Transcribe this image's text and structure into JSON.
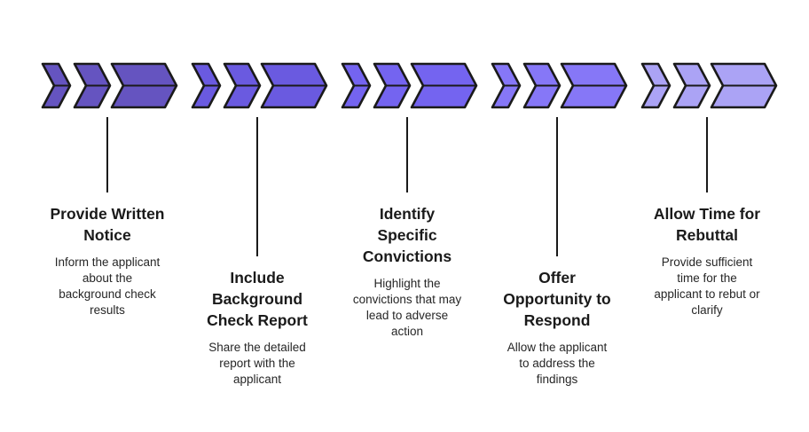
{
  "diagram": {
    "type": "process-flow",
    "steps": [
      {
        "title_lines": [
          "Provide Written",
          "Notice"
        ],
        "description_lines": [
          "Inform the applicant",
          "about the",
          "background check",
          "results"
        ],
        "color": "#6554C0",
        "position": "below-short"
      },
      {
        "title_lines": [
          "Include",
          "Background",
          "Check Report"
        ],
        "description_lines": [
          "Share the detailed",
          "report with the",
          "applicant"
        ],
        "color": "#6A5AE0",
        "position": "below-long"
      },
      {
        "title_lines": [
          "Identify",
          "Specific",
          "Convictions"
        ],
        "description_lines": [
          "Highlight the",
          "convictions that may",
          "lead to adverse",
          "action"
        ],
        "color": "#7464F0",
        "position": "below-short"
      },
      {
        "title_lines": [
          "Offer",
          "Opportunity to",
          "Respond"
        ],
        "description_lines": [
          "Allow the applicant",
          "to address the",
          "findings"
        ],
        "color": "#8677F7",
        "position": "below-long"
      },
      {
        "title_lines": [
          "Allow Time for",
          "Rebuttal"
        ],
        "description_lines": [
          "Provide sufficient",
          "time for the",
          "applicant to rebut or",
          "clarify"
        ],
        "color": "#ABA3F5",
        "position": "below-short"
      }
    ],
    "icons": [
      "chevron-arrow-icon"
    ],
    "stroke_color": "#1a1a1a"
  }
}
